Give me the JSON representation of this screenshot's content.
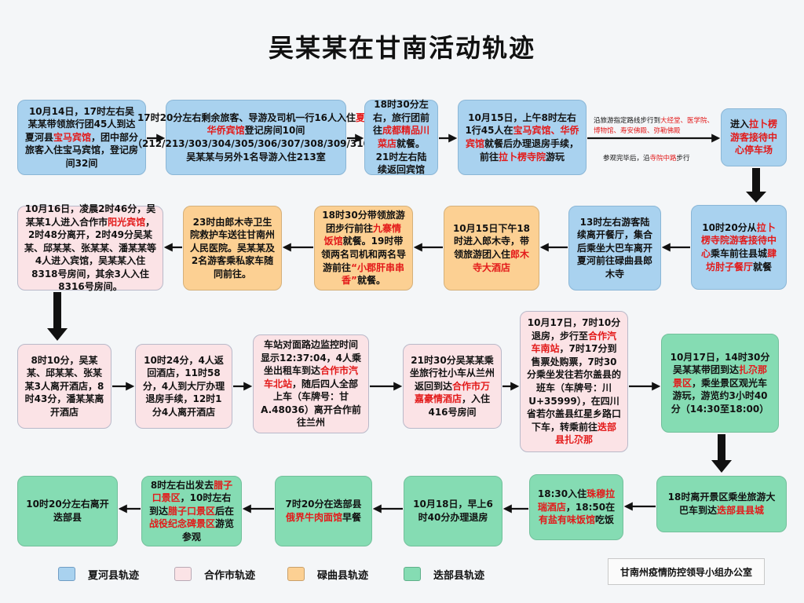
{
  "title": "吴某某在甘南活动轨迹",
  "nodes": {
    "n1": [
      "10月14日，17时左右吴某某带领旅行团45人到达夏河县",
      "宝马宾馆",
      "，团中部分旅客入住宝马宾馆，登记房间32间"
    ],
    "n2": [
      "17时20分左右剩余旅客、导游及司机一行16人入住",
      "夏河华侨宾馆",
      "登记房间10间（212/213/303/304/305/306/307/308/309/310）吴某某与另外1名导游入住213室"
    ],
    "n3": [
      "18时30分左右，旅行团前往",
      "成都精品川菜店",
      "就餐。21时左右陆续返回宾馆"
    ],
    "n4": [
      "10月15日，上午8时左右1行45人在",
      "宝马宾馆、华侨宾馆",
      "就餐后办理退房手续，前往",
      "拉卜楞寺院",
      "游玩"
    ],
    "n5": [
      "进入",
      "拉卜楞游客接待中心停车场"
    ],
    "n6": [
      "10时20分从",
      "拉卜楞寺院游客接待中心",
      "乘车前往县城",
      "肆坊肘子餐厅",
      "就餐"
    ],
    "n7": [
      "13时左右游客陆续离开餐厅，集合后乘坐大巴车离开夏河前往碌曲县郎木寺"
    ],
    "n8": [
      "10月15日下午18时进入郎木寺，带领旅游团入住",
      "郎木寺大酒店"
    ],
    "n9": [
      "18时30分带领旅游团步行前往",
      "九寨情饭馆",
      "就餐。19时带领两名司机和两名导游前往",
      "“小郡肝串串香”",
      "就餐。"
    ],
    "n10": [
      "23时由郎木寺卫生院救护车送往甘南州人民医院。吴某某及2名游客乘私家车随同前往。"
    ],
    "n11": [
      "10月16日，凌晨2时46分，吴某某1人进入合作市",
      "阳光宾馆",
      "，2时48分离开，2时49分吴某某、邱某某、张某某、潘某某等4人进入宾馆，吴某某入住8318号房间，其余3人入住8316号房间。"
    ],
    "n12": [
      "8时10分，吴某某、邱某某、张某某3人离开酒店，8时43分，潘某某离开酒店"
    ],
    "n13": [
      "10时24分，4人返回酒店，11时58分，4人到大厅办理退房手续，12时1分4人离开酒店"
    ],
    "n14": [
      "车站对面路边监控时间显示12:37:04，4人乘坐出租车到达",
      "合作市汽车北站",
      "，随后四人全部上车（车牌号：甘A.48036）离开合作前往兰州"
    ],
    "n15": [
      "21时30分吴某某乘坐旅行社小车从兰州返回到达",
      "合作市万嘉豪情酒店",
      "，入住416号房间"
    ],
    "n16": [
      "10月17日，7时10分退房，步行至",
      "合作汽车南站",
      "，7时17分到售票处购票，7时30分乘坐发往若尔盖县的班车（车牌号：川U+35999），在四川省若尔盖县红星乡路口下车，转乘前往",
      "迭部县扎尕那"
    ],
    "n17": [
      "10月17日，14时30分吴某某带团到达",
      "扎尕那景区",
      "，乘坐景区观光车游玩，游览约3小时40分（14:30至18:00）"
    ],
    "n18": [
      "18时离开景区乘坐旅游大巴车到达",
      "迭部县县城"
    ],
    "n19": [
      "18:30入住",
      "珠穆拉瑞酒店",
      "，18:50在",
      "有盐有味饭馆",
      "吃饭"
    ],
    "n20": [
      "10月18日，早上6时40分办理退房"
    ],
    "n21": [
      "7时20分在迭部县",
      "俄界牛肉面馆",
      "早餐"
    ],
    "n22": [
      "8时左右出发去",
      "腊子口景区",
      "，10时左右到达",
      "腊子口景区",
      "后在",
      "战役纪念碑景区",
      "游览参观"
    ],
    "n23": [
      "10时20分左右离开迭部县"
    ]
  },
  "side_note": [
    "沿旅游指定路线步行到",
    "大经堂、医学院、博物馆、寿安佛殿、弥勒佛殿",
    "参观完毕后，沿",
    "寺院中路",
    "步行"
  ],
  "legend": [
    {
      "label": "夏河县轨迹",
      "color": "#a9d2ef"
    },
    {
      "label": "合作市轨迹",
      "color": "#fbe3e6"
    },
    {
      "label": "碌曲县轨迹",
      "color": "#fcd093"
    },
    {
      "label": "迭部县轨迹",
      "color": "#85dcb3"
    }
  ],
  "footer": "甘南州疫情防控领导小组办公室",
  "colors": {
    "highlight": "#e31a1a",
    "arrow": "#111111"
  }
}
